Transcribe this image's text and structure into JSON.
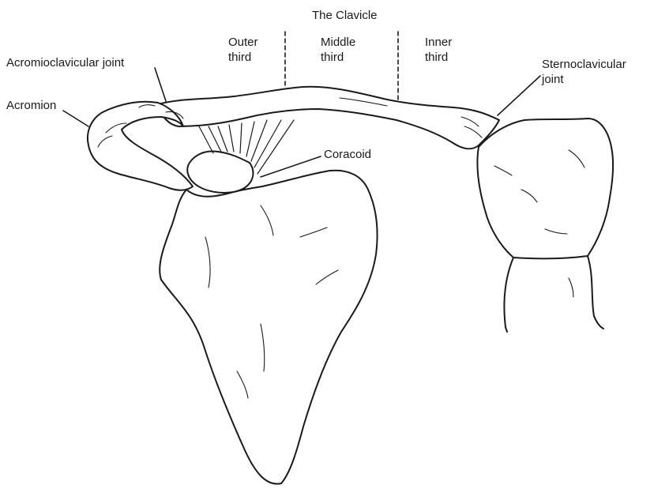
{
  "title": "The Clavicle",
  "regions": {
    "outer": {
      "line1": "Outer",
      "line2": "third"
    },
    "middle": {
      "line1": "Middle",
      "line2": "third"
    },
    "inner": {
      "line1": "Inner",
      "line2": "third"
    }
  },
  "labels": {
    "acromioclavicular": "Acromioclavicular joint",
    "acromion": "Acromion",
    "coracoid": "Coracoid",
    "sternoclavicular_line1": "Sternoclavicular",
    "sternoclavicular_line2": "joint"
  },
  "colors": {
    "ink": "#1a1a1a",
    "paper": "#ffffff"
  }
}
